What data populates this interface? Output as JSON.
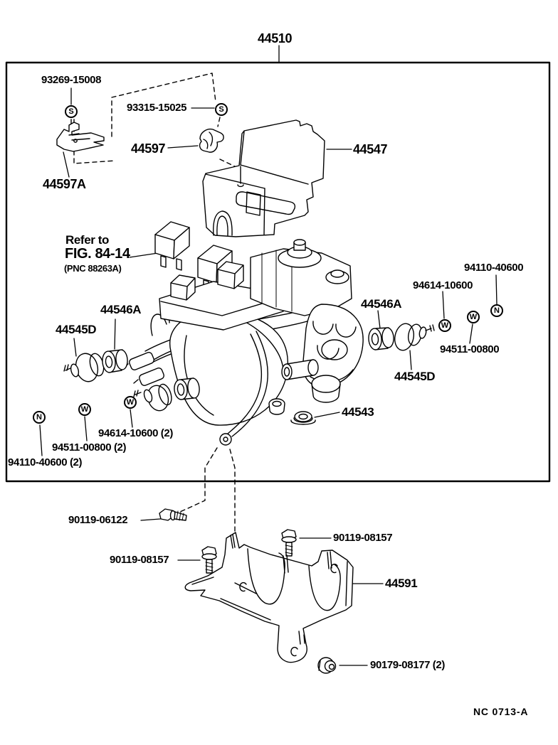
{
  "page": {
    "assembly_part_number": "44510",
    "figure_code": "NC 0713-A",
    "line_color": "#000000",
    "background_color": "#ffffff"
  },
  "labels": {
    "assembly": "44510",
    "screw_top_left": "93269-15008",
    "bracket_upper": "44597A",
    "screw_top_mid": "93315-15025",
    "clamp": "44597",
    "cover": "44547",
    "refer_line1": "Refer to",
    "refer_line2": "FIG. 84-14",
    "refer_line3": "(PNC 88263A)",
    "bush_left": "44546A",
    "grommet_left": "44545D",
    "washer_right_upper": "94614-10600",
    "nut_right": "94110-40600",
    "bush_right": "44546A",
    "washer_right_lower": "94511-00800",
    "grommet_right": "44545D",
    "grommet_44543": "44543",
    "washer_bottom_1": "94614-10600 (2)",
    "washer_bottom_2": "94511-00800 (2)",
    "nut_bottom": "94110-40600 (2)",
    "bolt_06122": "90119-06122",
    "bolt_08157_right": "90119-08157",
    "bolt_08157_left": "90119-08157",
    "bracket_lower": "44591",
    "nut_08177": "90179-08177 (2)",
    "figure_code": "NC 0713-A"
  },
  "symbols": {
    "s1": "S",
    "s2": "S",
    "w_right_1": "W",
    "w_right_2": "W",
    "n_right": "N",
    "n_bottom_left": "N",
    "w_bottom_left_1": "W",
    "w_bottom_left_2": "W"
  }
}
